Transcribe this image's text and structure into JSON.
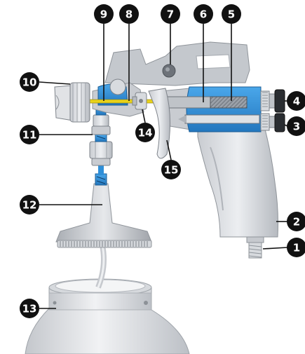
{
  "diagram": {
    "colors": {
      "body_light": "#e4e6ea",
      "body_mid": "#bfc3c9",
      "body_dark": "#8e939a",
      "cutaway_blue": "#2f8fd8",
      "cutaway_dark": "#1f5f9a",
      "needle_yellow": "#e8d21a",
      "callout_fill": "#111111",
      "callout_text": "#ffffff",
      "leader_line": "#111111"
    },
    "callouts": [
      {
        "id": "c1",
        "label": "1"
      },
      {
        "id": "c2",
        "label": "2"
      },
      {
        "id": "c3",
        "label": "3"
      },
      {
        "id": "c4",
        "label": "4"
      },
      {
        "id": "c5",
        "label": "5"
      },
      {
        "id": "c6",
        "label": "6"
      },
      {
        "id": "c7",
        "label": "7"
      },
      {
        "id": "c8",
        "label": "8"
      },
      {
        "id": "c9",
        "label": "9"
      },
      {
        "id": "c10",
        "label": "10"
      },
      {
        "id": "c11",
        "label": "11"
      },
      {
        "id": "c12",
        "label": "12"
      },
      {
        "id": "c13",
        "label": "13"
      },
      {
        "id": "c14",
        "label": "14"
      },
      {
        "id": "c15",
        "label": "15"
      }
    ]
  }
}
